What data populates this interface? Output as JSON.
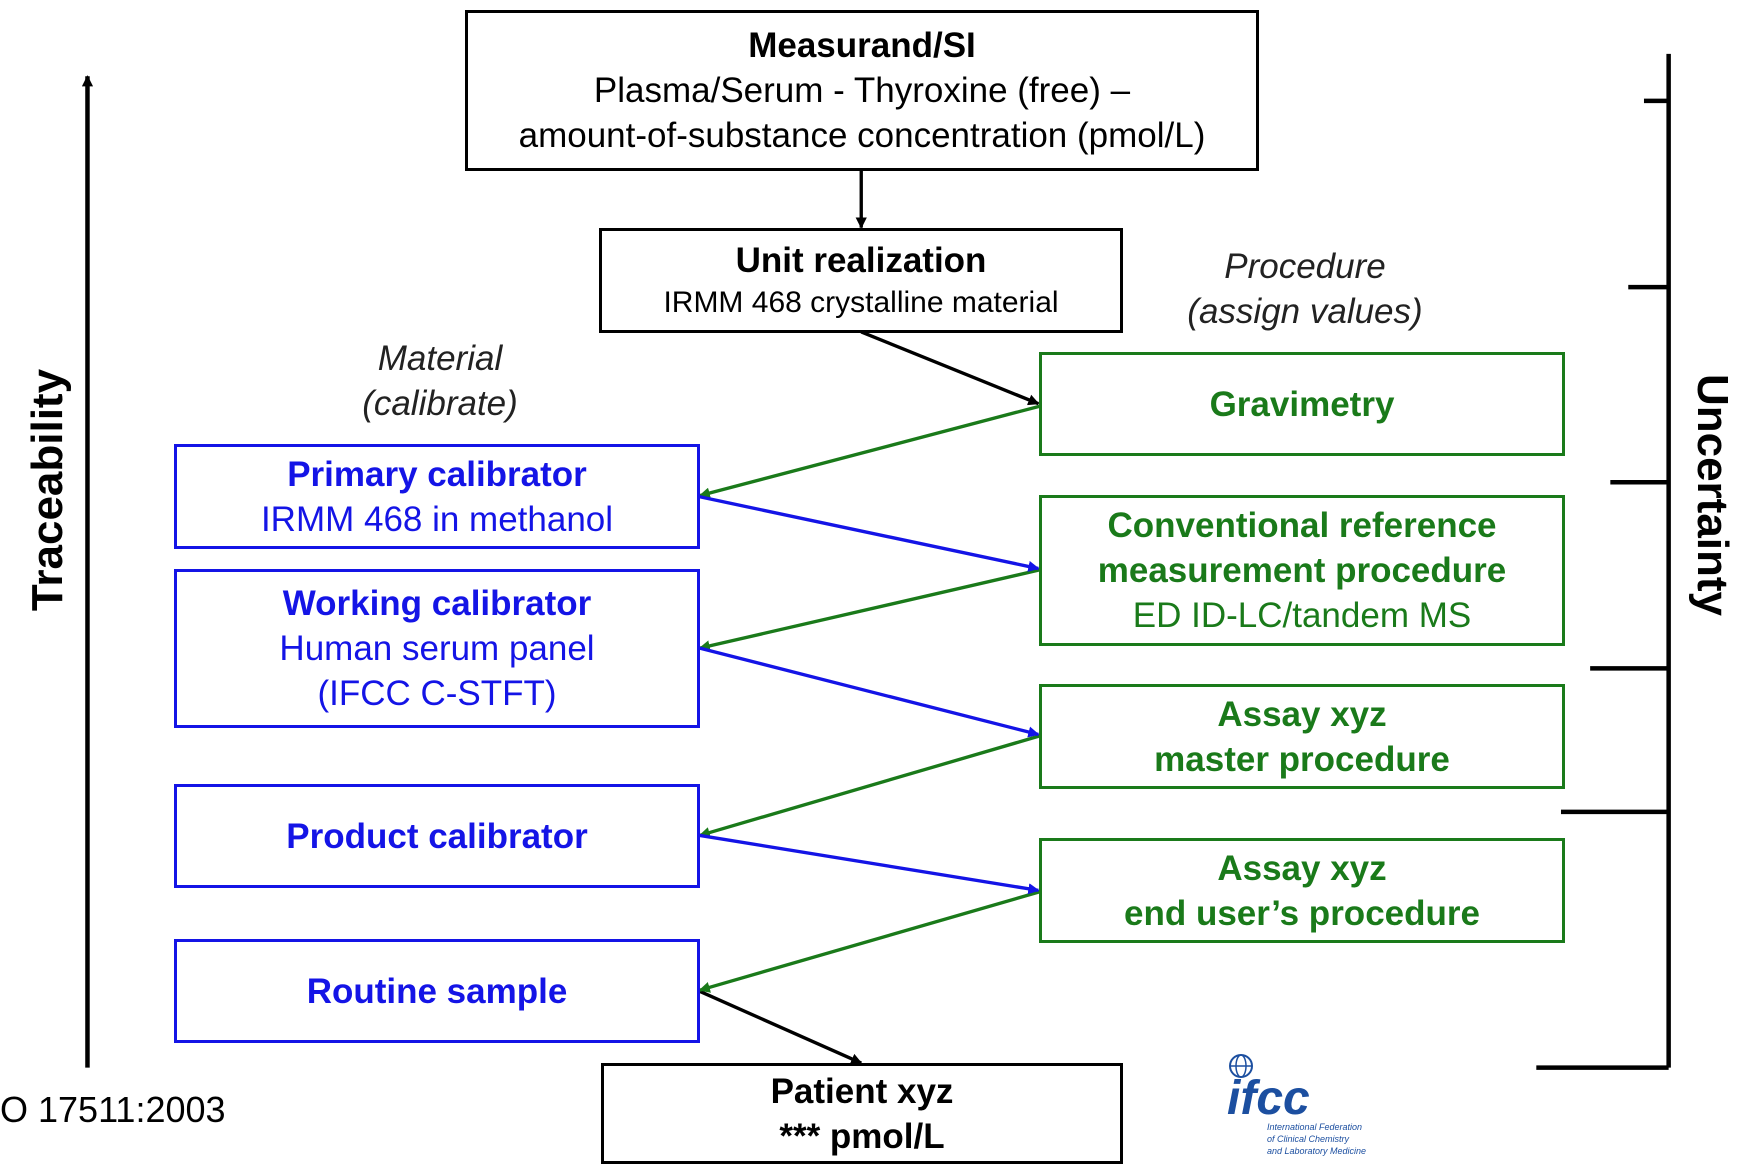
{
  "colors": {
    "black": "#000000",
    "blue": "#1414e6",
    "green": "#1a7a1a"
  },
  "axis": {
    "left_label": "Traceability",
    "right_label": "Uncertainty"
  },
  "headings": {
    "material": [
      "Material",
      "(calibrate)"
    ],
    "procedure": [
      "Procedure",
      "(assign values)"
    ]
  },
  "measurand": {
    "title": "Measurand/SI",
    "line1": "Plasma/Serum - Thyroxine (free) –",
    "line2": "amount-of-substance concentration (pmol/L)"
  },
  "unit_realization": {
    "title": "Unit realization",
    "line1": "IRMM 468  crystalline material"
  },
  "materials": [
    {
      "title": "Primary calibrator",
      "line1": "IRMM 468 in methanol"
    },
    {
      "title": "Working calibrator",
      "line1": "Human serum panel",
      "line2": "(IFCC C-STFT)"
    },
    {
      "title": "Product calibrator"
    },
    {
      "title": "Routine sample"
    }
  ],
  "procedures": [
    {
      "title": "Gravimetry"
    },
    {
      "title": "Conventional reference",
      "title2": "measurement procedure",
      "line1": "ED ID-LC/tandem MS"
    },
    {
      "title": "Assay xyz",
      "title2": "master procedure"
    },
    {
      "title": "Assay xyz",
      "title2": "end user’s procedure"
    }
  ],
  "patient": {
    "title": "Patient xyz",
    "line1": "*** pmol/L"
  },
  "footer": {
    "reference": "O 17511:2003"
  },
  "logo": {
    "name": "ifcc-logo",
    "text": "ifcc",
    "caption": [
      "International Federation",
      "of Clinical Chemistry",
      "and Laboratory Medicine"
    ]
  }
}
